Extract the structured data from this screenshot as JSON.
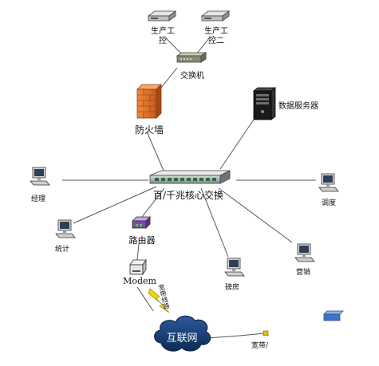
{
  "nodes": {
    "workstation1": {
      "label_line1": "生产工",
      "label_line2": "控"
    },
    "workstation2": {
      "label_line1": "生产工",
      "label_line2": "控二"
    },
    "access_switch": {
      "label": "交换机"
    },
    "firewall": {
      "label": "防火墙"
    },
    "data_server": {
      "label": "数据服务器"
    },
    "core_switch": {
      "label": "百/千兆核心交换"
    },
    "manager_pc": {
      "label": "经理"
    },
    "dispatch_pc": {
      "label": "调度"
    },
    "stats_pc": {
      "label": "统计"
    },
    "router": {
      "label": "路由器"
    },
    "warehouse_pc": {
      "label": "磅房"
    },
    "sales_pc": {
      "label": "营销"
    },
    "modem": {
      "label": "Modem"
    },
    "internet": {
      "label": "互联网"
    },
    "broadband_line": {
      "label": "宽带线路"
    },
    "broadband_end": {
      "label": "宽带/"
    }
  },
  "colors": {
    "firewall": "#e8762c",
    "internet_cloud": "#163a6e",
    "lightning": "#f2d600",
    "server": "#1a1a1a",
    "link_line": "#555555"
  }
}
